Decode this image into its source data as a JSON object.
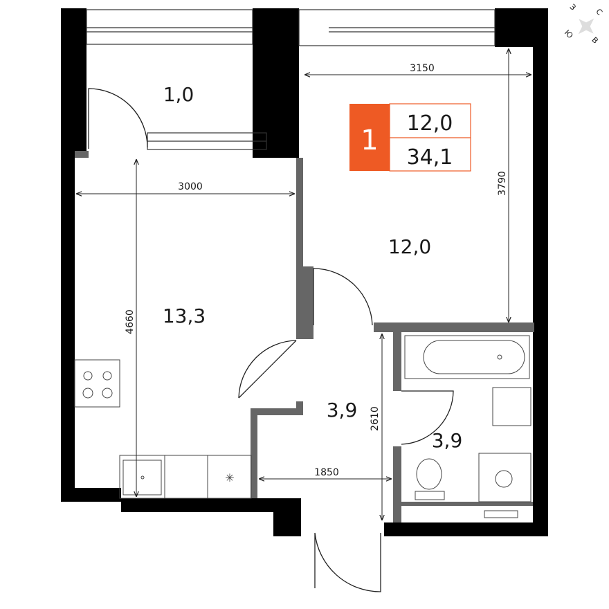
{
  "badge": {
    "rooms": "1",
    "living_area": "12,0",
    "total_area": "34,1",
    "accent": "#ee5a24"
  },
  "rooms": {
    "loggia": "1,0",
    "living_room": "12,0",
    "kitchen": "13,3",
    "hall": "3,9",
    "bathroom": "3,9"
  },
  "dimensions": {
    "room_width": "3150",
    "room_depth": "3790",
    "kitchen_width": "3000",
    "kitchen_depth": "4660",
    "hall_depth": "2610",
    "hall_width": "1850"
  },
  "compass": {
    "north": "С",
    "east": "В",
    "south": "Ю",
    "west": "З"
  }
}
